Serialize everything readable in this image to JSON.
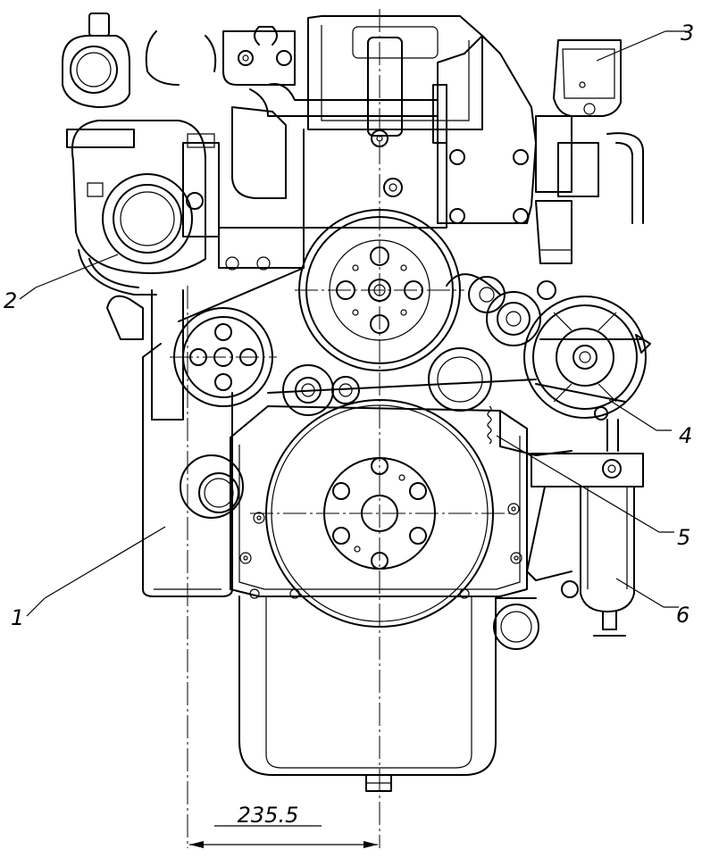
{
  "callouts": [
    {
      "number": "1"
    },
    {
      "number": "2"
    },
    {
      "number": "3"
    },
    {
      "number": "4"
    },
    {
      "number": "5"
    },
    {
      "number": "6"
    }
  ],
  "dimension": {
    "value": "235.5"
  }
}
